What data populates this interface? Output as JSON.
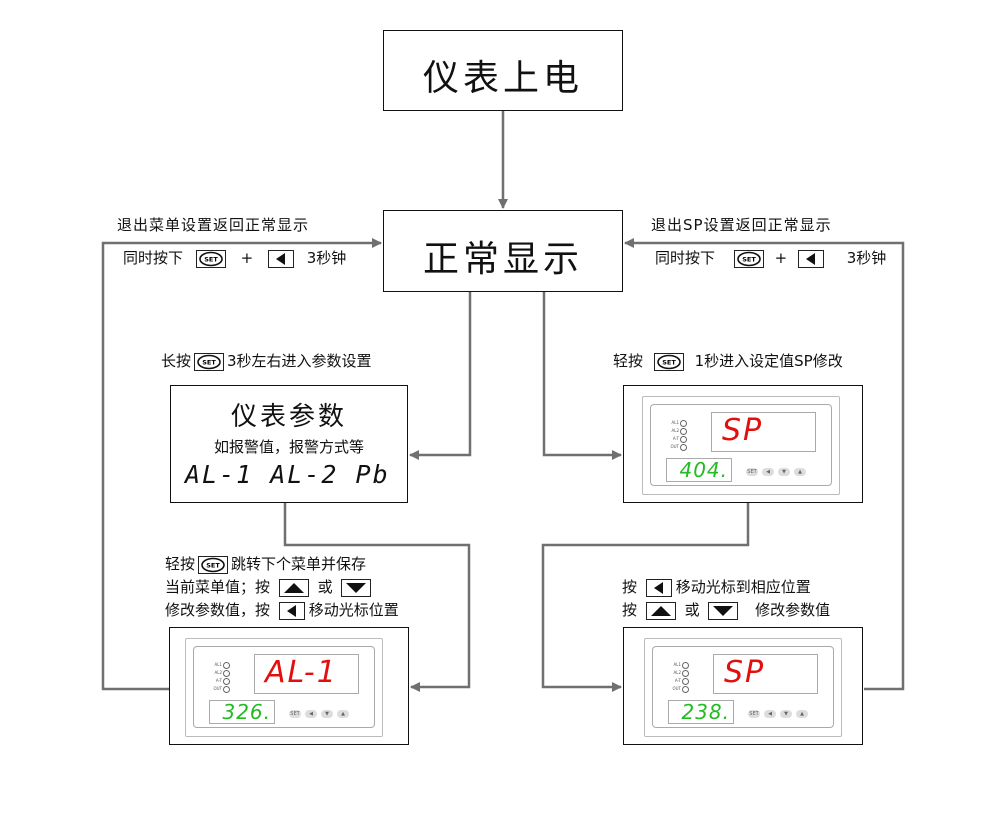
{
  "nodes": {
    "power_on": "仪表上电",
    "normal_display": "正常显示",
    "params_box": {
      "title": "仪表参数",
      "subtitle": "如报警值，报警方式等",
      "codes": "AL-1 AL-2 Pb"
    }
  },
  "labels": {
    "exit_menu": "退出菜单设置返回正常显示",
    "exit_sp": "退出SP设置返回正常显示",
    "press_together": "同时按下",
    "plus": "+",
    "three_sec": "3秒钟",
    "long_press_prefix": "长按",
    "long_press_suffix": "3秒左右进入参数设置",
    "short_press_prefix": "轻按",
    "short_press_suffix": "1秒进入设定值SP修改",
    "left_instr": {
      "line1_prefix": "轻按",
      "line1_suffix": "跳转下个菜单并保存",
      "line2_prefix": "当前菜单值；按",
      "line2_mid": "或",
      "line3_prefix": "修改参数值，按",
      "line3_suffix": "移动光标位置"
    },
    "right_instr": {
      "line1_prefix": "按",
      "line1_suffix": "移动光标到相应位置",
      "line2_prefix": "按",
      "line2_mid": "或",
      "line2_suffix": "修改参数值"
    }
  },
  "keys": {
    "set": "SET",
    "left": "left-arrow",
    "up": "up-arrow",
    "down": "down-arrow"
  },
  "panels": [
    {
      "id": "sp_view",
      "top_display": "SP",
      "bottom_display": "404.",
      "leds": [
        "AL1",
        "AL2",
        "A-T",
        "OUT"
      ],
      "buttons": [
        "SET",
        "◀",
        "▼",
        "▲"
      ]
    },
    {
      "id": "al1_edit",
      "top_display": "AL-1",
      "bottom_display": "326.",
      "leds": [
        "AL1",
        "AL2",
        "A-T",
        "OUT"
      ],
      "buttons": [
        "SET",
        "◀",
        "▼",
        "▲"
      ]
    },
    {
      "id": "sp_edit",
      "top_display": "SP",
      "bottom_display": "238.",
      "leds": [
        "AL1",
        "AL2",
        "A-T",
        "OUT"
      ],
      "buttons": [
        "SET",
        "◀",
        "▼",
        "▲"
      ]
    }
  ],
  "colors": {
    "line": "#707070",
    "display_red": "#e01010",
    "display_green": "#22bb22"
  }
}
